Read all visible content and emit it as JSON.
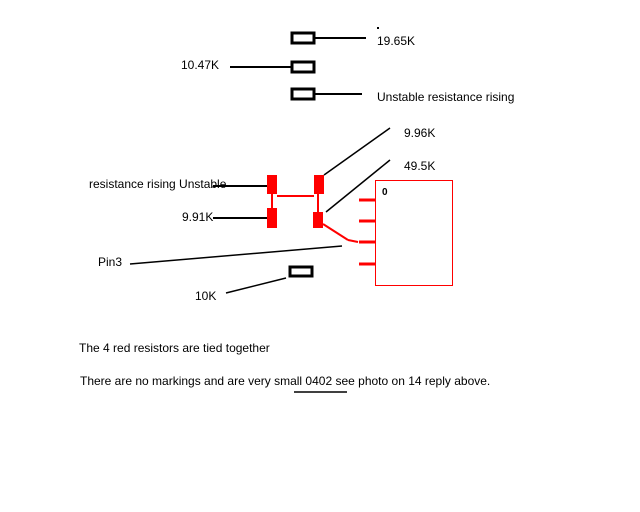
{
  "colors": {
    "background": "#ffffff",
    "ink": "#000000",
    "red": "#ff0000",
    "ic_outline": "#ff0000"
  },
  "labels": {
    "r1_value": "19.65K",
    "r2_value": "10.47K",
    "r3_value": "Unstable   resistance rising",
    "r4_value": "9.96K",
    "r5_value": "49.5K",
    "red_left_top": "resistance rising  Unstable",
    "red_left_bottom": "9.91K",
    "pin3": "Pin3",
    "r_bottom_value": "10K",
    "ic_pin1": "0"
  },
  "notes": {
    "line1": "The  4 red resistors are tied together",
    "line2_prefix": "There are no markings and are very small 0402 ",
    "line2_link": "see photo",
    "line2_suffix": " on 14 reply above."
  }
}
